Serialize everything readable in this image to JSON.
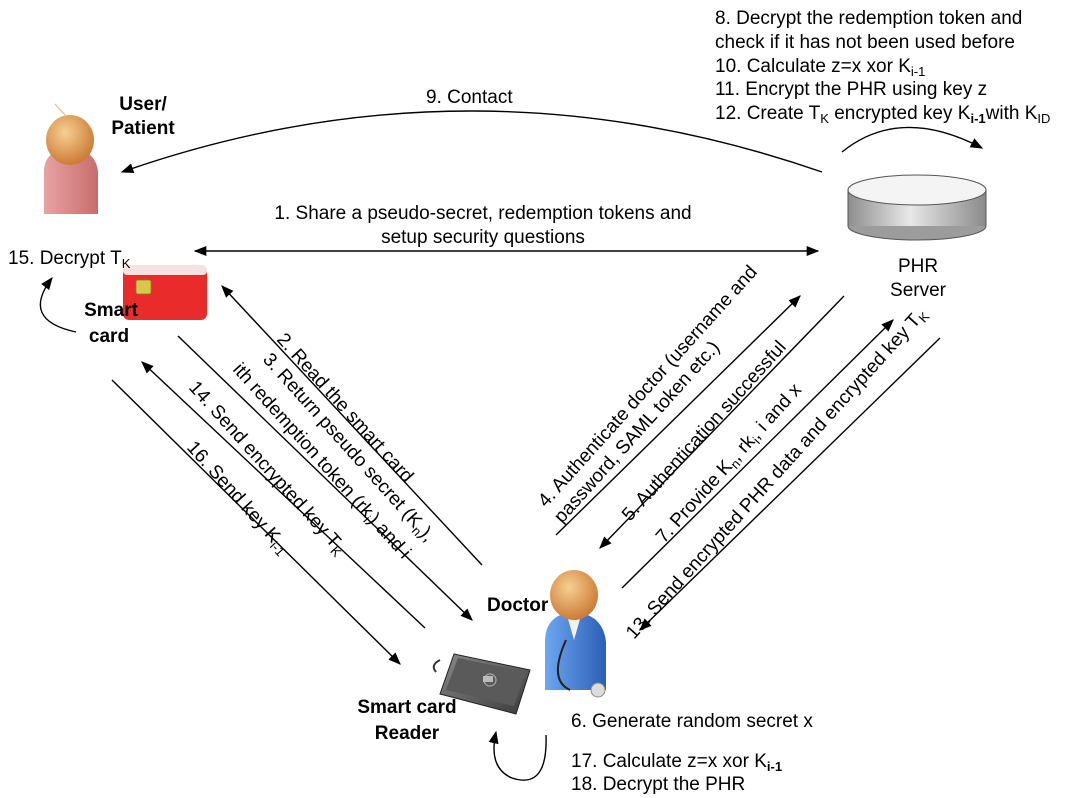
{
  "actors": {
    "user_label": [
      "User/",
      "Patient"
    ],
    "server_label": [
      "PHR",
      "Server"
    ],
    "smart_card_label": [
      "Smart",
      "card"
    ],
    "doctor_label": "Doctor",
    "reader_label": [
      "Smart card",
      "Reader"
    ]
  },
  "steps": {
    "s1": [
      "1. Share a pseudo-secret, redemption tokens and",
      "setup security questions"
    ],
    "s2": "2. Read the smart card",
    "s3_line1": {
      "pre": "3. Return pseudo secret (K",
      "sub": "n",
      "post": "),"
    },
    "s3_line2": {
      "pre": "ith redemption token (rk",
      "sub": "i",
      "post": ") and i"
    },
    "s4": [
      "4. Authenticate doctor (username and",
      "password, SAML token etc.)"
    ],
    "s5": "5. Authentication successful",
    "s6": "6. Generate random secret x",
    "s7": {
      "pre": "7. Provide K",
      "sub1": "n",
      "mid": ", rk",
      "sub2": "i",
      "post": ", i and x"
    },
    "s8": [
      "8. Decrypt the redemption token and",
      "check if it has not been used before"
    ],
    "s9": "9. Contact",
    "s10": {
      "pre": "10. Calculate z=x xor K",
      "sub": "i-1"
    },
    "s11": "11. Encrypt the PHR using key z",
    "s12": {
      "pre": "12. Create T",
      "sub1": "K",
      "mid": " encrypted key K",
      "sub2": "i-1",
      "mid2": "with K",
      "sub3": "ID"
    },
    "s13": {
      "pre": "13. Send encrypted PHR data and encrypted key T",
      "sub": "K"
    },
    "s14": {
      "pre": "14. Send encrypted key T",
      "sub": "K"
    },
    "s15": {
      "pre": "15. Decrypt T",
      "sub": "K"
    },
    "s16": {
      "pre": "16. Send key K",
      "sub": "i-1"
    },
    "s17": {
      "pre": "17. Calculate z=x xor K",
      "sub": "i-1"
    },
    "s18": "18. Decrypt the PHR"
  },
  "icons": [
    "user-icon",
    "database-icon",
    "smart-card-icon",
    "doctor-icon",
    "card-reader-icon"
  ],
  "colors": {
    "card_red": "#ea2b2b",
    "chip_gold": "#d6c84a",
    "user_pink": "#d98a8a",
    "doctor_blue": "#3d7ad6",
    "skin": "#e3a35a",
    "server_gray": "#b5b5b5"
  }
}
